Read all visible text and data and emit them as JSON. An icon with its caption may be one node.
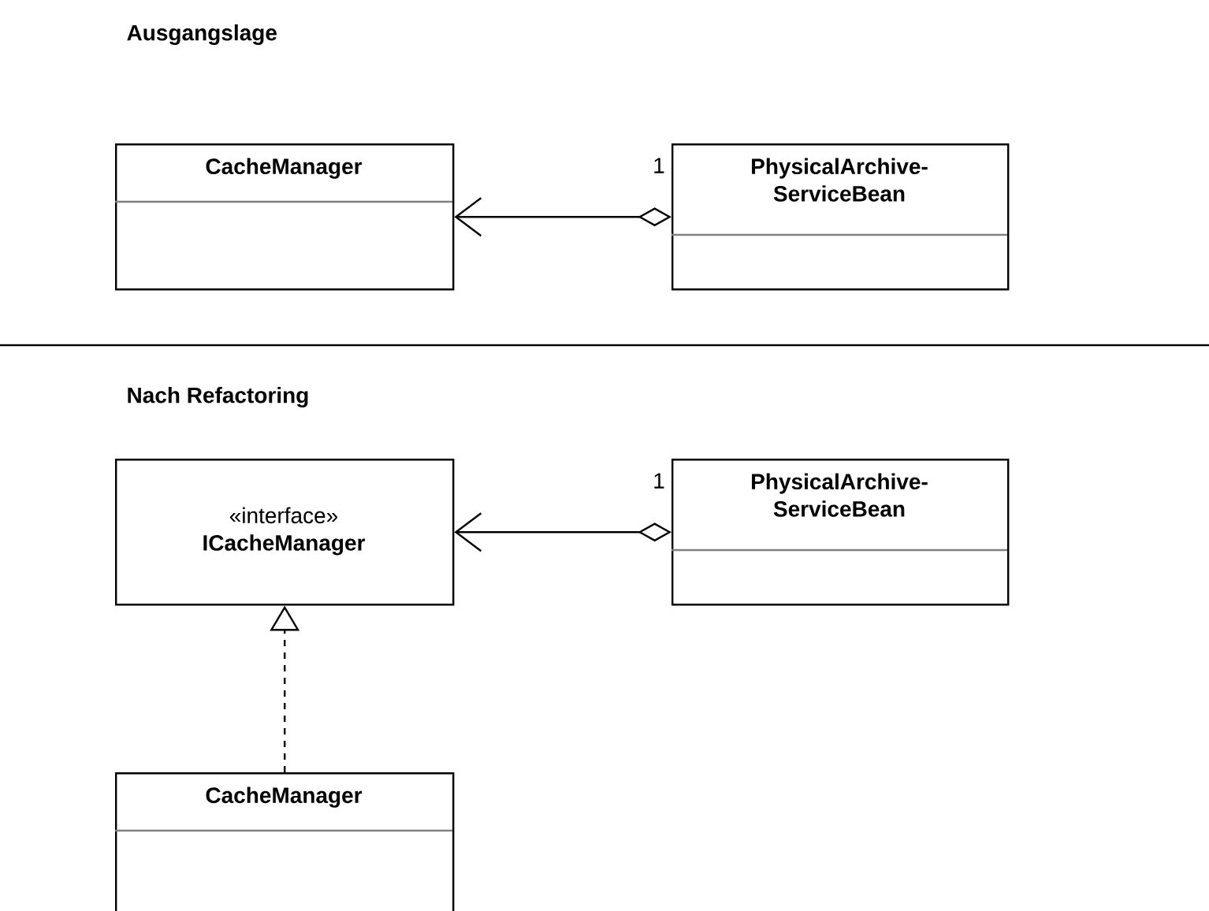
{
  "diagram": {
    "nodes": [
      {
        "text": [
          "CacheManager"
        ]
      },
      {
        "text": [
          "PhysicalArchive- ServiceBean"
        ]
      },
      {
        "text": [
          "«interface»",
          "ICacheManager"
        ]
      },
      {
        "text": [
          "PhysicalArchive- ServiceBean"
        ]
      },
      {
        "text": [
          "CacheManager"
        ]
      }
    ],
    "edges": [
      {
        "from": 1,
        "to": 0,
        "arrow": "to",
        "label": "1"
      },
      {
        "from": 3,
        "to": 2,
        "arrow": "to",
        "label": "1"
      },
      {
        "from": 4,
        "to": 2,
        "arrow": "to",
        "style": "dashed"
      }
    ],
    "labels": [
      "Ausgangslage",
      "Nach Refactoring"
    ]
  }
}
